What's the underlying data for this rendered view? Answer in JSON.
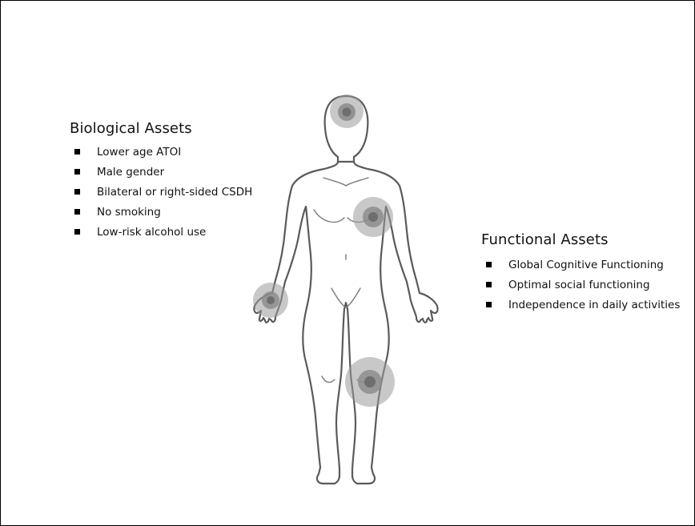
{
  "biological": {
    "title": "Biological Assets",
    "items": [
      "Lower age ATOI",
      "Male gender",
      "Bilateral or right-sided CSDH",
      "No smoking",
      "Low-risk alcohol use"
    ]
  },
  "functional": {
    "title": "Functional Assets",
    "items": [
      "Global Cognitive Functioning",
      "Optimal social functioning",
      "Independence in daily activities"
    ]
  },
  "figure": {
    "marker_color": "#9a9a9a",
    "marker_core_color": "#6e6e6e",
    "marker_regions": [
      "head",
      "chest",
      "right-hand",
      "left-knee"
    ]
  }
}
